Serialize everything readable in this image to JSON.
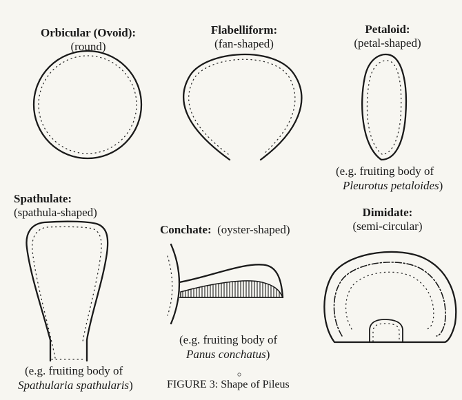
{
  "figure_caption": "FIGURE 3:  Shape of Pileus",
  "shapes": {
    "orbicular": {
      "title": "Orbicular (Ovoid):",
      "subtitle": "(round)"
    },
    "flabelliform": {
      "title": "Flabelliform:",
      "subtitle": "(fan-shaped)"
    },
    "petaloid": {
      "title": "Petaloid:",
      "subtitle": "(petal-shaped)",
      "example_line1": "(e.g. fruiting body of",
      "example_species": "Pleurotus petaloides",
      "example_close": ")"
    },
    "spathulate": {
      "title": "Spathulate:",
      "subtitle": "(spathula-shaped)",
      "example_line1": "(e.g. fruiting body of",
      "example_species": "Spathularia spathularis",
      "example_close": ")"
    },
    "conchate": {
      "title": "Conchate:",
      "subtitle": "(oyster-shaped)",
      "example_line1": "(e.g. fruiting body of",
      "example_species": "Panus conchatus",
      "example_close": ")"
    },
    "dimidiate": {
      "title": "Dimidate:",
      "subtitle": "(semi-circular)"
    }
  }
}
